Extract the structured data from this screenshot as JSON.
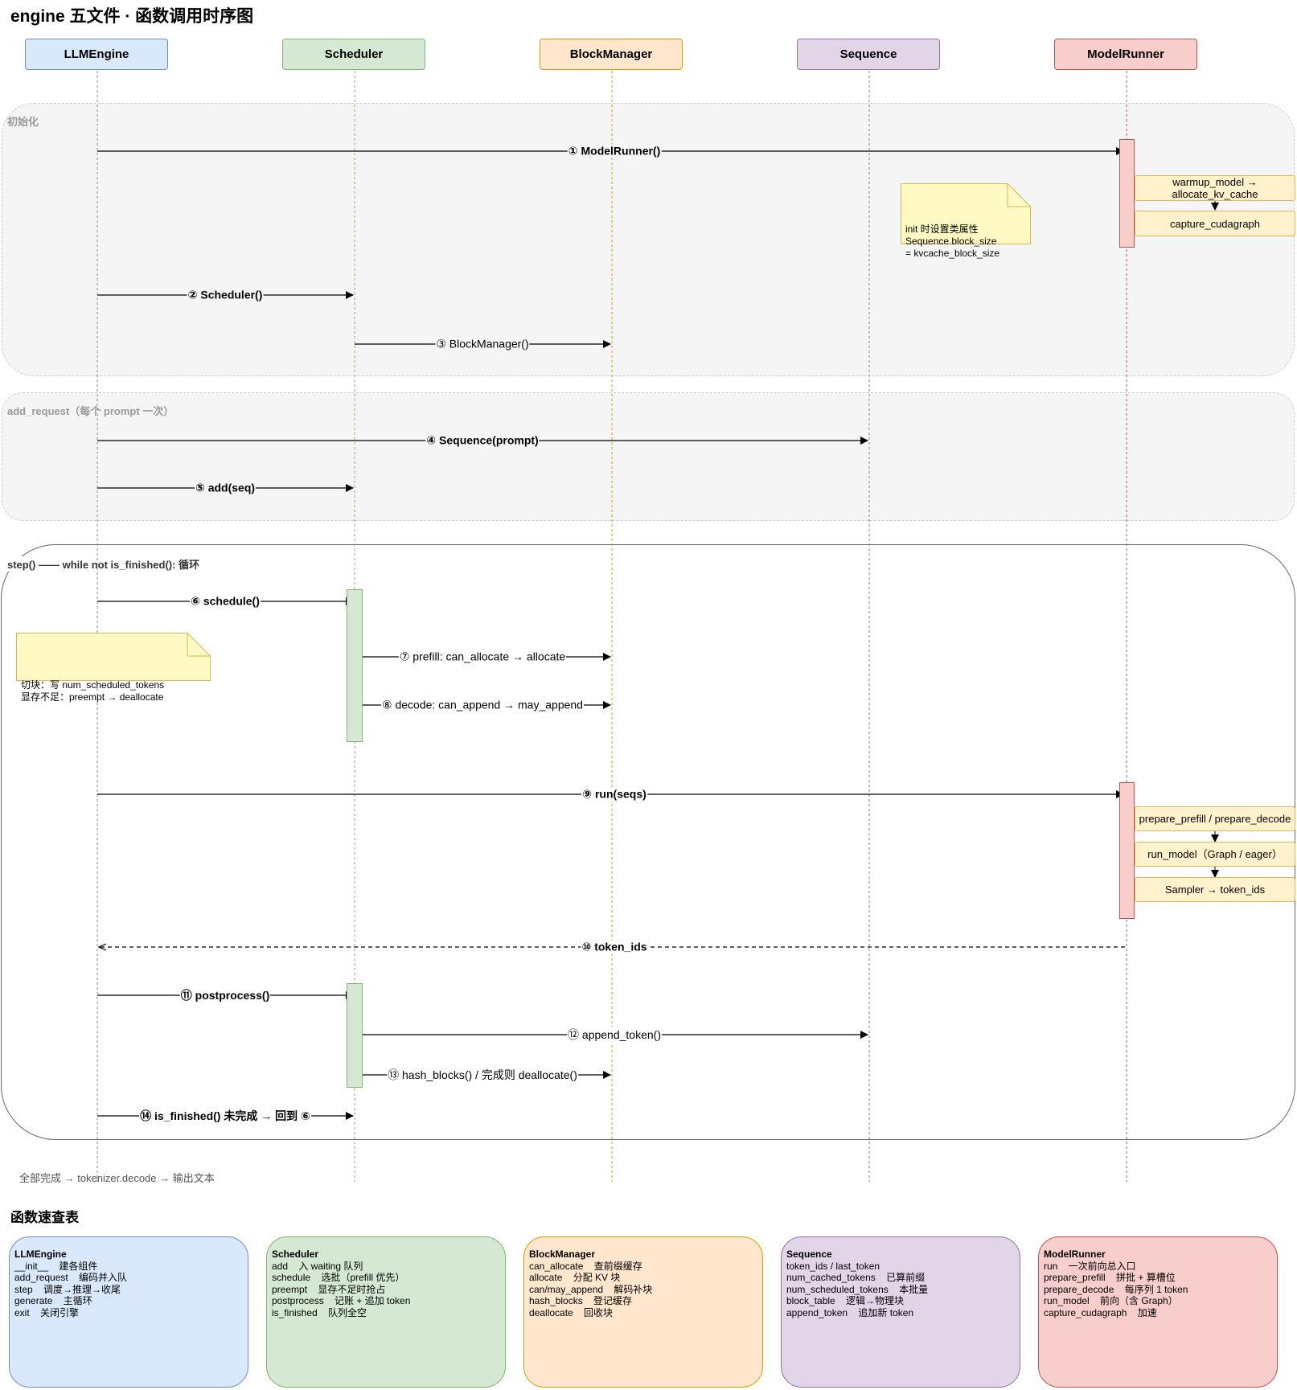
{
  "title": "engine 五文件 · 函数调用时序图",
  "actors": [
    {
      "name": "LLMEngine",
      "fill": "#dae8fc",
      "stroke": "#6c8ebf"
    },
    {
      "name": "Scheduler",
      "fill": "#d5e8d4",
      "stroke": "#82b366"
    },
    {
      "name": "BlockManager",
      "fill": "#ffe6cc",
      "stroke": "#d79b00"
    },
    {
      "name": "Sequence",
      "fill": "#e1d5e7",
      "stroke": "#9673a6"
    },
    {
      "name": "ModelRunner",
      "fill": "#f8cecc",
      "stroke": "#b85450"
    }
  ],
  "frames": {
    "init": "初始化",
    "add_request": "add_request（每个 prompt 一次）",
    "step": "step() —— while not is_finished(): 循环"
  },
  "messages": {
    "m1": "① ModelRunner()",
    "m2": "② Scheduler()",
    "m3": "③ BlockManager()",
    "m4": "④ Sequence(prompt)",
    "m5": "⑤ add(seq)",
    "m6": "⑥ schedule()",
    "m7": "⑦ prefill: can_allocate → allocate",
    "m8": "⑧ decode: can_append → may_append",
    "m9": "⑨ run(seqs)",
    "m10": "⑩ token_ids",
    "m11": "⑪ postprocess()",
    "m12": "⑫ append_token()",
    "m13": "⑬ hash_blocks() / 完成则 deallocate()",
    "m14": "⑭ is_finished()   未完成 → 回到 ⑥"
  },
  "notes": {
    "init_note": "init 时设置类属性\nSequence.block_size\n= kvcache_block_size",
    "chunk_note": "切块：写 num_scheduled_tokens\n显存不足：preempt → deallocate"
  },
  "modelrunner_init_steps": {
    "a": "warmup_model →\nallocate_kv_cache",
    "b": "capture_cudagraph"
  },
  "modelrunner_run_steps": {
    "a": "prepare_prefill / prepare_decode",
    "b": "run_model（Graph / eager）",
    "c": "Sampler → token_ids"
  },
  "footer": "全部完成 → tokenizer.decode → 输出文本",
  "reference": {
    "title": "函数速查表",
    "cards": [
      {
        "name": "LLMEngine",
        "fill": "#dae8fc",
        "stroke": "#6c8ebf",
        "lines": [
          "__init__    建各组件",
          "add_request    编码并入队",
          "step    调度→推理→收尾",
          "generate    主循环",
          "exit    关闭引擎"
        ]
      },
      {
        "name": "Scheduler",
        "fill": "#d5e8d4",
        "stroke": "#82b366",
        "lines": [
          "add    入 waiting 队列",
          "schedule    选批（prefill 优先）",
          "preempt    显存不足时抢占",
          "postprocess    记账 + 追加 token",
          "is_finished    队列全空"
        ]
      },
      {
        "name": "BlockManager",
        "fill": "#ffe6cc",
        "stroke": "#d79b00",
        "lines": [
          "can_allocate    查前缀缓存",
          "allocate    分配 KV 块",
          "can/may_append    解码补块",
          "hash_blocks    登记缓存",
          "deallocate    回收块"
        ]
      },
      {
        "name": "Sequence",
        "fill": "#e1d5e7",
        "stroke": "#9673a6",
        "lines": [
          "token_ids / last_token",
          "num_cached_tokens    已算前缀",
          "num_scheduled_tokens    本批量",
          "block_table    逻辑→物理块",
          "append_token    追加新 token"
        ]
      },
      {
        "name": "ModelRunner",
        "fill": "#f8cecc",
        "stroke": "#b85450",
        "lines": [
          "run    一次前向总入口",
          "prepare_prefill    拼批 + 算槽位",
          "prepare_decode    每序列 1 token",
          "run_model    前向（含 Graph）",
          "capture_cudagraph    加速"
        ]
      }
    ]
  }
}
